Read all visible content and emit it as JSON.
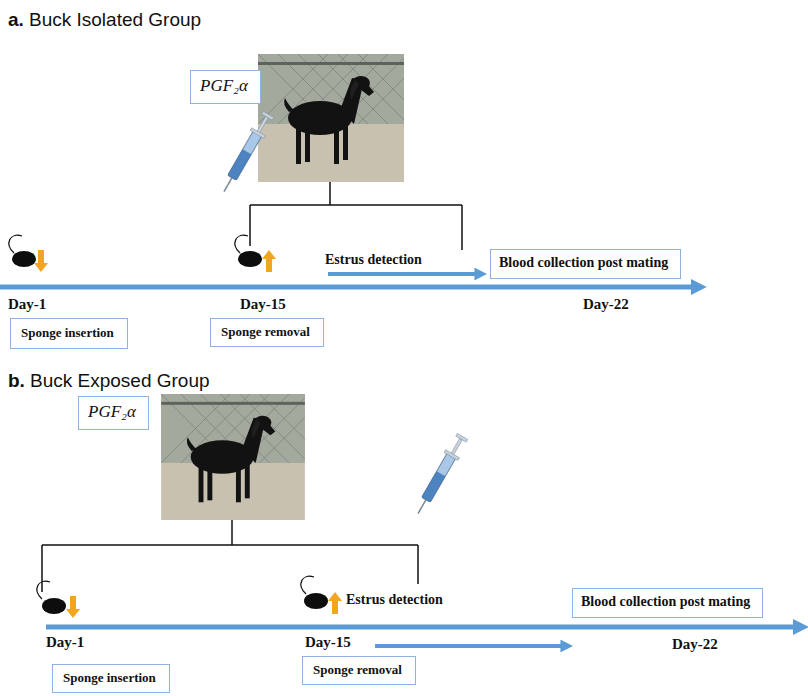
{
  "diagram": {
    "nodes": [
      {
        "text": [
          "PGF₂α"
        ]
      },
      {
        "text": [
          "Blood collection post mating"
        ]
      },
      {
        "text": [
          "Sponge insertion"
        ]
      },
      {
        "text": [
          "Sponge removal"
        ]
      },
      {
        "text": [
          "PGF₂α"
        ]
      },
      {
        "text": [
          "Blood collection post mating"
        ]
      },
      {
        "text": [
          "Sponge insertion"
        ]
      },
      {
        "text": [
          "Sponge removal"
        ]
      }
    ],
    "labels": [
      "a.",
      "Buck Isolated Group",
      "Estrus detection",
      "Day-1",
      "Day-15",
      "Day-22",
      "b.",
      "Buck Exposed Group",
      "Estrus detection",
      "Day-1",
      "Day-15",
      "Day-22"
    ]
  }
}
